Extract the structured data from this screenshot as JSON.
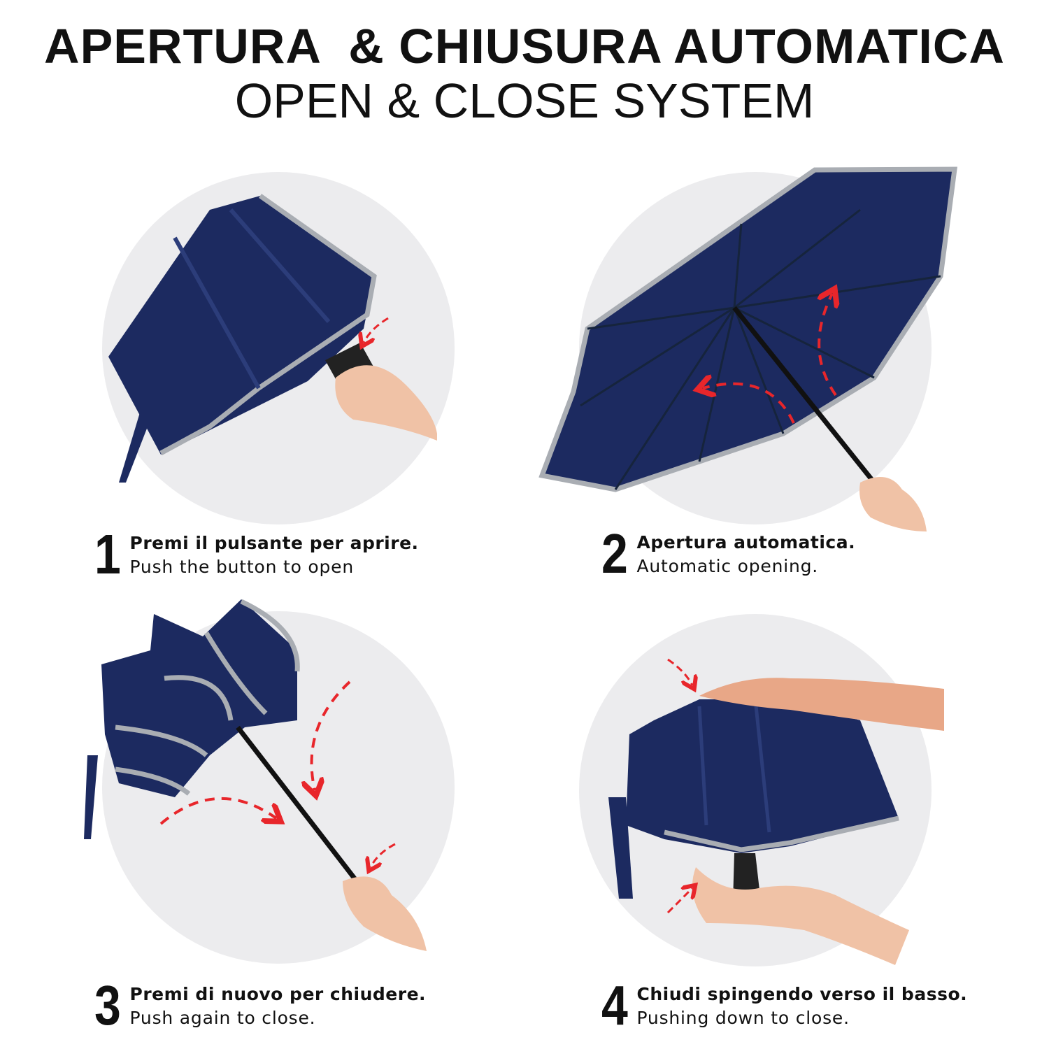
{
  "header": {
    "title": "APERTURA  & CHIUSURA AUTOMATICA",
    "subtitle": "OPEN & CLOSE SYSTEM"
  },
  "colors": {
    "umbrella": "#1c2a60",
    "trim": "#a9adb3",
    "circle": "#ececee",
    "arrow": "#e8262b"
  },
  "steps": [
    {
      "number": "1",
      "italian": "Premi il pulsante per aprire.",
      "english": "Push the button to open"
    },
    {
      "number": "2",
      "italian": "Apertura automatica.",
      "english": "Automatic opening."
    },
    {
      "number": "3",
      "italian": "Premi di nuovo per chiudere.",
      "english": "Push again to close."
    },
    {
      "number": "4",
      "italian": "Chiudi spingendo verso il basso.",
      "english": "Pushing down to close."
    }
  ]
}
